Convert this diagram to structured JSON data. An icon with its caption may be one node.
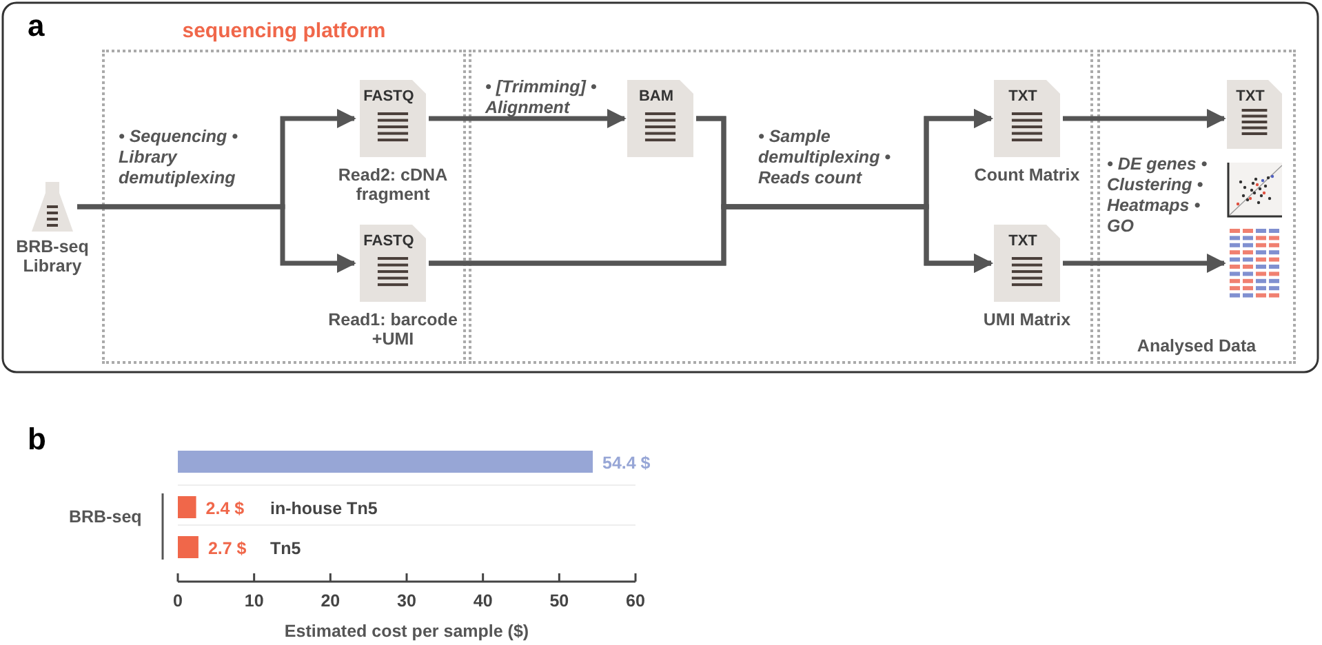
{
  "diagram": {
    "nodes": [
      {
        "text": [
          "sequencing platform"
        ]
      },
      {
        "text": [],
        "shape": "box"
      },
      {
        "text": [
          "Analysed Data"
        ]
      },
      {
        "text": [
          "BRB-seq Library"
        ]
      },
      {
        "text": [
          "FASTQ",
          "Read2: cDNA fragment"
        ],
        "in": 0
      },
      {
        "text": [
          "FASTQ",
          "Read1: barcode +UMI"
        ],
        "in": 0
      },
      {
        "text": [
          "BAM"
        ],
        "in": 1
      },
      {
        "text": [
          "TXT",
          "Count Matrix"
        ],
        "in": 1
      },
      {
        "text": [
          "TXT",
          "UMI Matrix"
        ],
        "in": 1
      },
      {
        "text": [
          "TXT"
        ],
        "in": 2
      },
      {
        "text": [],
        "shape": "picture",
        "in": 2
      },
      {
        "text": [],
        "shape": "picture",
        "in": 2
      }
    ],
    "edges": [
      {
        "from": 3,
        "to": 4,
        "arrow": "to",
        "label": "• Sequencing • Library demutiplexing"
      },
      {
        "from": 3,
        "to": 5,
        "arrow": "to"
      },
      {
        "from": 4,
        "to": 6,
        "arrow": "to",
        "label": "• [Trimming] • Alignment"
      },
      {
        "from": 6,
        "to": 7,
        "arrow": "to",
        "label": "• Sample demultiplexing • Reads count"
      },
      {
        "from": 6,
        "to": 8,
        "arrow": "to"
      },
      {
        "from": 5,
        "to": 7,
        "arrow": "to"
      },
      {
        "from": 5,
        "to": 8,
        "arrow": "to"
      },
      {
        "from": 7,
        "to": 9,
        "arrow": "to"
      },
      {
        "from": 8,
        "to": 11,
        "arrow": "to"
      }
    ],
    "labels": [
      "a",
      "• DE genes • Clustering • Heatmaps • GO",
      "b",
      "BRB-seq"
    ],
    "chart_data": {
      "type": "bar",
      "orientation": "horizontal",
      "xlabel": "Estimated cost per sample ($)",
      "categories": [
        null,
        "in-house Tn5",
        "Tn5"
      ],
      "series": [
        {
          "color": "#97a6d6",
          "values": [
            54.4,
            null,
            null
          ]
        },
        {
          "color": "#f0674a",
          "values": [
            null,
            2.4,
            2.7
          ]
        }
      ],
      "xlim": [
        0,
        60
      ],
      "xticks": [
        0,
        10,
        20,
        30,
        40,
        50,
        60
      ],
      "value_labels": [
        "54.4 $",
        "2.4 $",
        "2.7 $"
      ]
    }
  }
}
